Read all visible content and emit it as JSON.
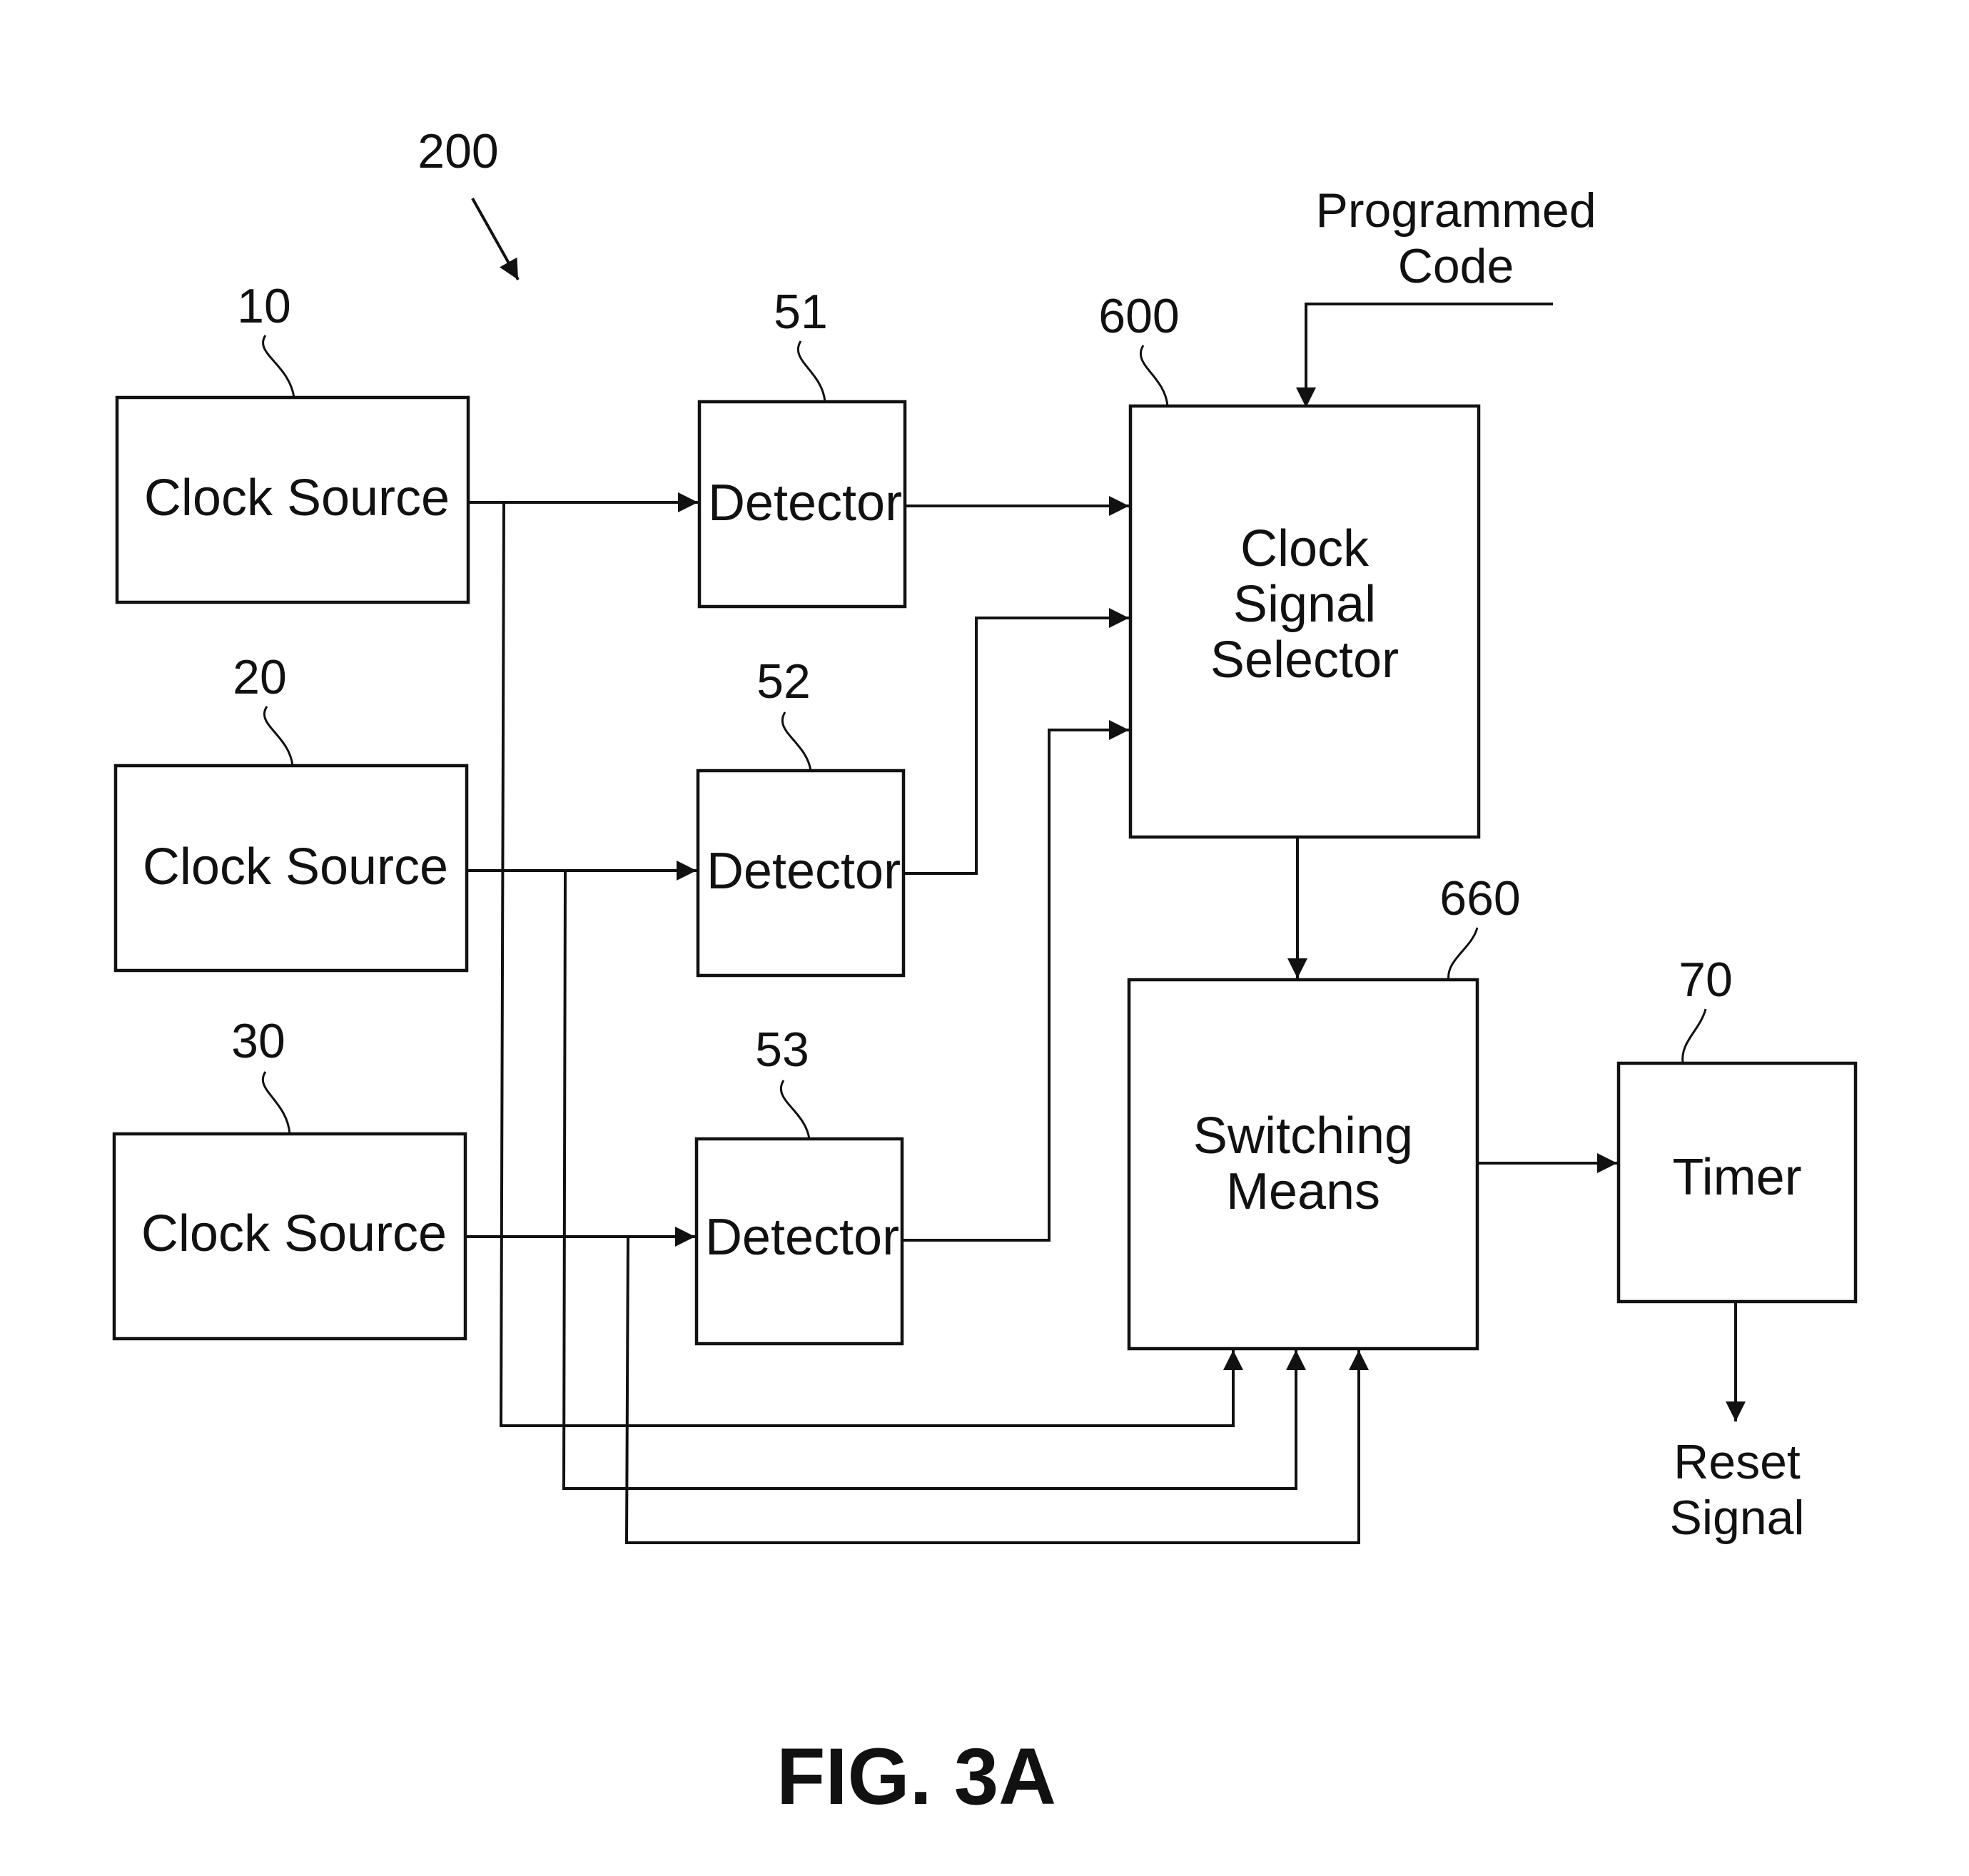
{
  "figure": {
    "caption": "FIG. 3A",
    "reference_number": "200"
  },
  "clock_sources": [
    {
      "ref": "10",
      "label": "Clock Source"
    },
    {
      "ref": "20",
      "label": "Clock Source"
    },
    {
      "ref": "30",
      "label": "Clock Source"
    }
  ],
  "detectors": [
    {
      "ref": "51",
      "label": "Detector"
    },
    {
      "ref": "52",
      "label": "Detector"
    },
    {
      "ref": "53",
      "label": "Detector"
    }
  ],
  "clock_signal_selector": {
    "ref": "600",
    "label_lines": [
      "Clock",
      "Signal",
      "Selector"
    ]
  },
  "switching_means": {
    "ref": "660",
    "label_lines": [
      "Switching",
      "Means"
    ]
  },
  "timer": {
    "ref": "70",
    "label": "Timer"
  },
  "inputs": {
    "programmed_code_lines": [
      "Programmed",
      "Code"
    ]
  },
  "outputs": {
    "reset_signal_lines": [
      "Reset",
      "Signal"
    ]
  }
}
